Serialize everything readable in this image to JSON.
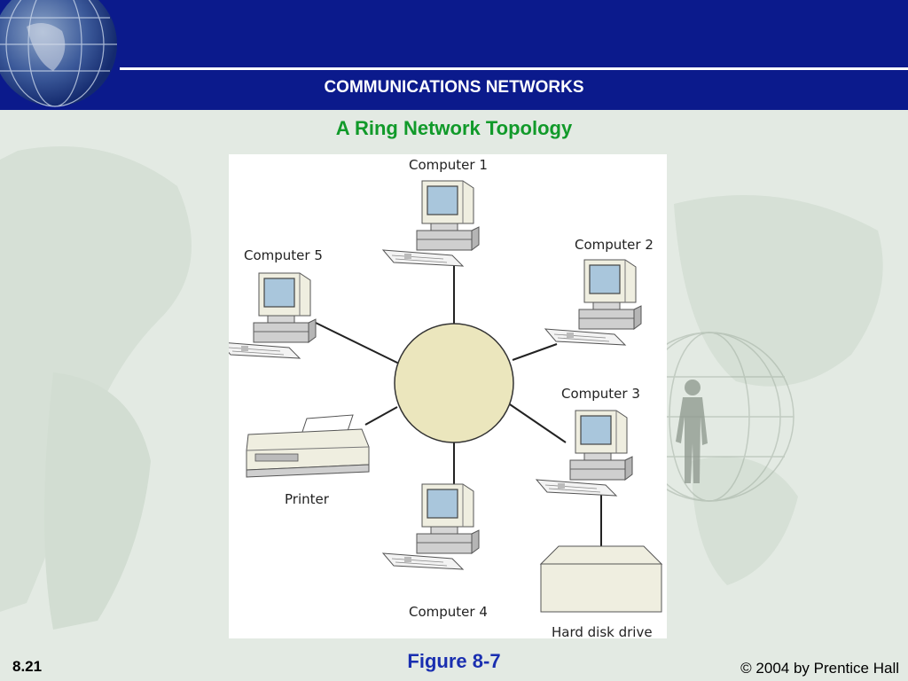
{
  "header": {
    "section_title": "COMMUNICATIONS NETWORKS",
    "slide_title": "A Ring Network Topology"
  },
  "diagram": {
    "nodes": [
      {
        "id": "computer-1",
        "label": "Computer 1"
      },
      {
        "id": "computer-2",
        "label": "Computer 2"
      },
      {
        "id": "computer-3",
        "label": "Computer 3"
      },
      {
        "id": "computer-4",
        "label": "Computer 4"
      },
      {
        "id": "computer-5",
        "label": "Computer 5"
      },
      {
        "id": "printer",
        "label": "Printer"
      },
      {
        "id": "hard-disk-drive",
        "label": "Hard disk drive"
      }
    ],
    "colors": {
      "ring_fill": "#ebe6bd",
      "monitor_body": "#efeee0",
      "screen": "#a9c6dc",
      "base": "#cfcfcf"
    }
  },
  "footer": {
    "caption": "Figure 8-7",
    "page_number": "8.21",
    "copyright": "© 2004 by Prentice Hall"
  }
}
